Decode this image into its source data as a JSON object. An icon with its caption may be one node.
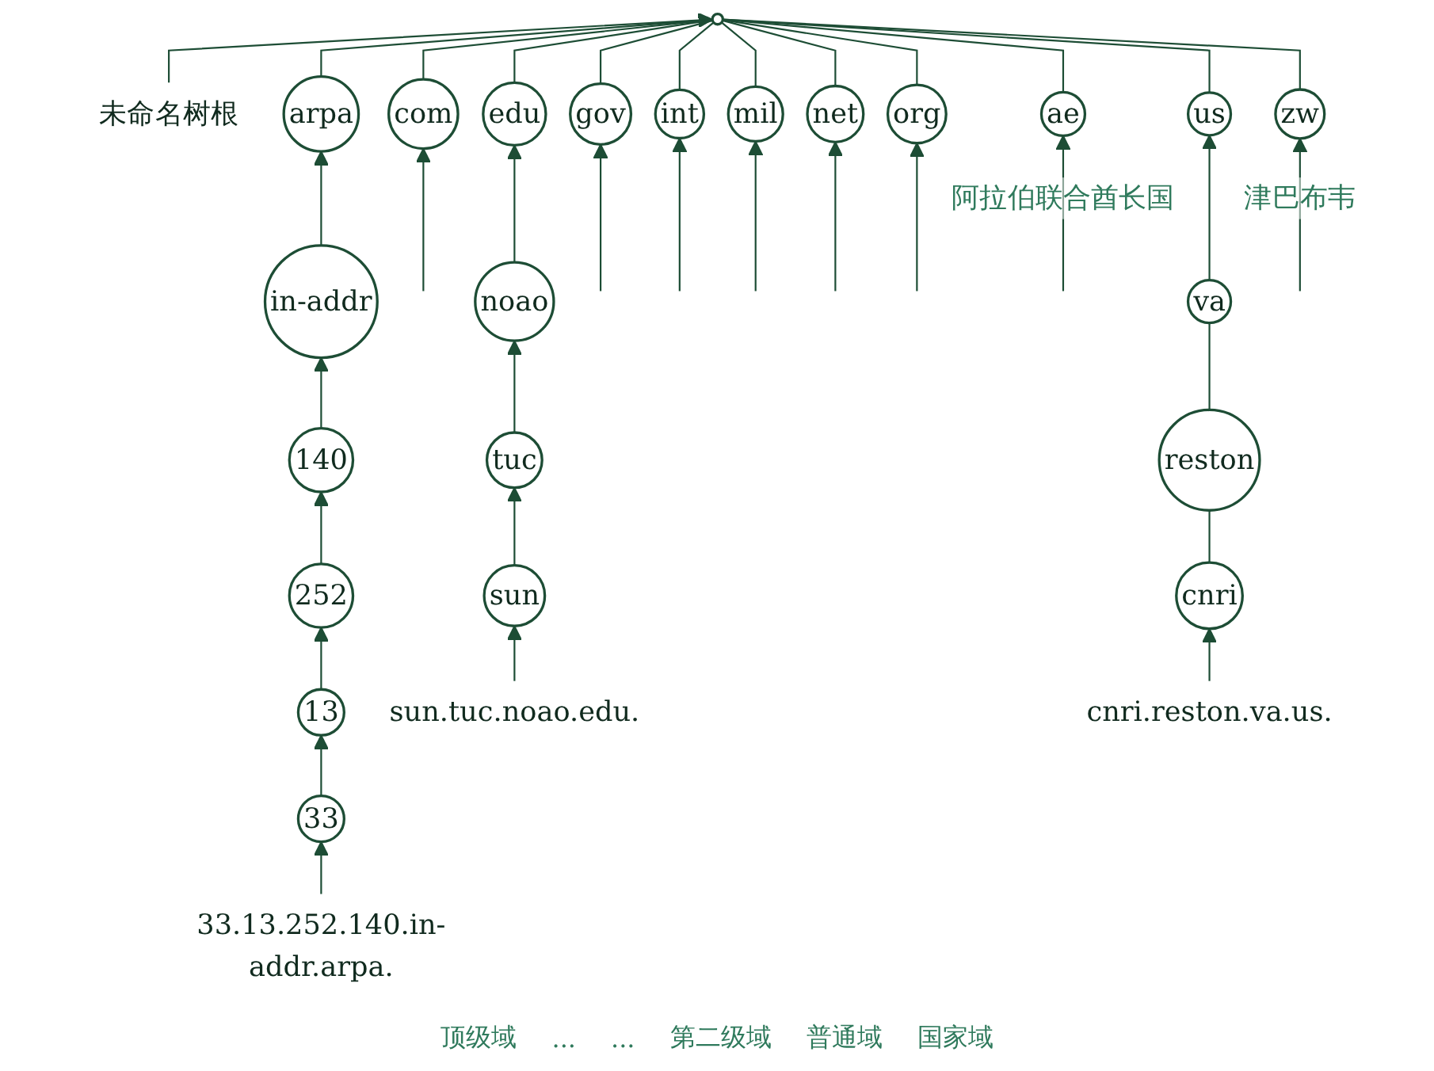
{
  "diagram": {
    "nodes": [
      {
        "text": [
          "未命名树根"
        ]
      },
      {
        "text": [],
        "shape": "circle"
      },
      {
        "text": [
          "arpa"
        ]
      },
      {
        "text": [
          "com"
        ]
      },
      {
        "text": [
          "edu"
        ]
      },
      {
        "text": [
          "gov"
        ]
      },
      {
        "text": [
          "int"
        ]
      },
      {
        "text": [
          "mil"
        ]
      },
      {
        "text": [
          "net"
        ]
      },
      {
        "text": [
          "org"
        ]
      },
      {
        "text": [
          "ae"
        ],
        "beside": [
          "阿拉伯联合酋长国"
        ]
      },
      {
        "text": [
          "us"
        ]
      },
      {
        "text": [
          "zw"
        ],
        "beside": [
          "津巴布韦"
        ]
      },
      {
        "text": [
          "in-addr"
        ]
      },
      {
        "text": [
          "noao"
        ]
      },
      {
        "text": [
          "va"
        ]
      },
      {
        "text": [
          "140"
        ]
      },
      {
        "text": [
          "tuc"
        ]
      },
      {
        "text": [
          "reston"
        ]
      },
      {
        "text": [
          "252"
        ]
      },
      {
        "text": [
          "sun"
        ]
      },
      {
        "text": [
          "sun.tuc.noao.edu."
        ]
      },
      {
        "text": [
          "cnri.reston.va.us."
        ]
      },
      {
        "text": [
          "cnri"
        ]
      },
      {
        "text": [
          "13"
        ]
      },
      {
        "text": [
          "33"
        ]
      },
      {
        "text": [
          "33.13.252.140.in-addr.arpa."
        ]
      }
    ],
    "edges": [
      {
        "from": 0,
        "to": 1,
        "arrow": "to"
      },
      {
        "from": 2,
        "to": 1,
        "arrow": "none"
      },
      {
        "from": 3,
        "to": 1,
        "arrow": "none"
      },
      {
        "from": 4,
        "to": 1,
        "arrow": "none"
      },
      {
        "from": 5,
        "to": 1,
        "arrow": "none"
      },
      {
        "from": 6,
        "to": 1,
        "arrow": "none"
      },
      {
        "from": 7,
        "to": 1,
        "arrow": "none"
      },
      {
        "from": 8,
        "to": 1,
        "arrow": "none"
      },
      {
        "from": 9,
        "to": 1,
        "arrow": "none"
      },
      {
        "from": 10,
        "to": 1,
        "arrow": "none"
      },
      {
        "from": 11,
        "to": 1,
        "arrow": "none"
      },
      {
        "from": 12,
        "to": 1,
        "arrow": "none"
      },
      {
        "from": 13,
        "to": 2,
        "arrow": "to"
      },
      {
        "from": null,
        "to": 3,
        "arrow": "to"
      },
      {
        "from": 14,
        "to": 4,
        "arrow": "to"
      },
      {
        "from": null,
        "to": 5,
        "arrow": "to"
      },
      {
        "from": null,
        "to": 6,
        "arrow": "to"
      },
      {
        "from": null,
        "to": 7,
        "arrow": "to"
      },
      {
        "from": null,
        "to": 8,
        "arrow": "to"
      },
      {
        "from": null,
        "to": 9,
        "arrow": "to"
      },
      {
        "from": null,
        "to": 10,
        "arrow": "to"
      },
      {
        "from": 15,
        "to": 11,
        "arrow": "to"
      },
      {
        "from": null,
        "to": 12,
        "arrow": "to"
      },
      {
        "from": 16,
        "to": 13,
        "arrow": "to"
      },
      {
        "from": 17,
        "to": 14,
        "arrow": "to"
      },
      {
        "from": 18,
        "to": 15,
        "arrow": "none"
      },
      {
        "from": 19,
        "to": 16,
        "arrow": "to"
      },
      {
        "from": 20,
        "to": 17,
        "arrow": "to"
      },
      {
        "from": 23,
        "to": 18,
        "arrow": "none"
      },
      {
        "from": 24,
        "to": 19,
        "arrow": "to"
      },
      {
        "from": 21,
        "to": 20,
        "arrow": "to"
      },
      {
        "from": 22,
        "to": 23,
        "arrow": "to"
      },
      {
        "from": 25,
        "to": 24,
        "arrow": "to"
      },
      {
        "from": 26,
        "to": 25,
        "arrow": "to"
      }
    ],
    "labels": [
      "顶级域",
      "...",
      "...",
      "第二级域",
      "普通域",
      "国家域"
    ]
  }
}
